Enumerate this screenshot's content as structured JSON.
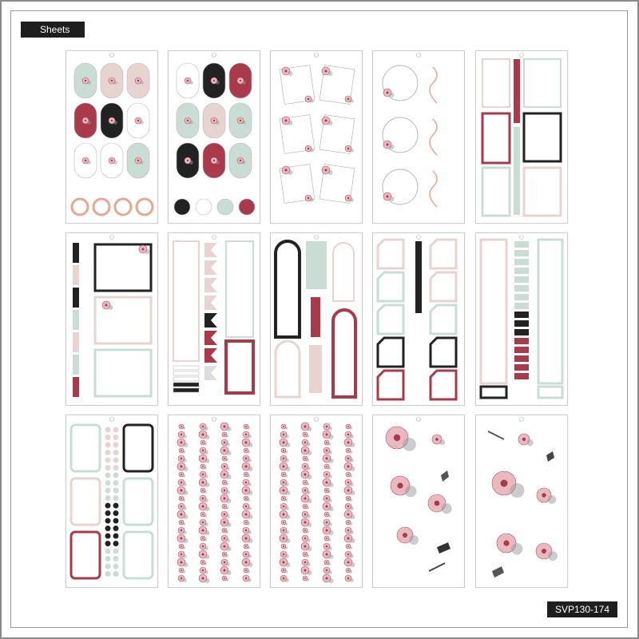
{
  "header": {
    "section_label": "Sheets"
  },
  "footer": {
    "sku": "SVP130-174"
  },
  "colors": {
    "mint": "#c9ddd5",
    "blush": "#e7d4d0",
    "berry": "#a83a4b",
    "black": "#222222",
    "peach": "#e3a88f",
    "gray": "#8c8c8c"
  },
  "sheets": [
    {
      "name": "oval-badges-sheet-1"
    },
    {
      "name": "oval-badges-sheet-2"
    },
    {
      "name": "floral-frames-sheet"
    },
    {
      "name": "wreath-script-sheet"
    },
    {
      "name": "boxes-and-quote-strips-sheet"
    },
    {
      "name": "quote-strips-and-boxes-sheet"
    },
    {
      "name": "flags-and-columns-sheet"
    },
    {
      "name": "arch-boxes-sheet"
    },
    {
      "name": "corner-boxes-sheet"
    },
    {
      "name": "tall-frames-sheet"
    },
    {
      "name": "label-frames-and-dots-sheet"
    },
    {
      "name": "floral-washi-strips-sheet-1"
    },
    {
      "name": "floral-washi-strips-sheet-2"
    },
    {
      "name": "floral-illustrations-sheet-1"
    },
    {
      "name": "floral-illustrations-sheet-2"
    }
  ]
}
